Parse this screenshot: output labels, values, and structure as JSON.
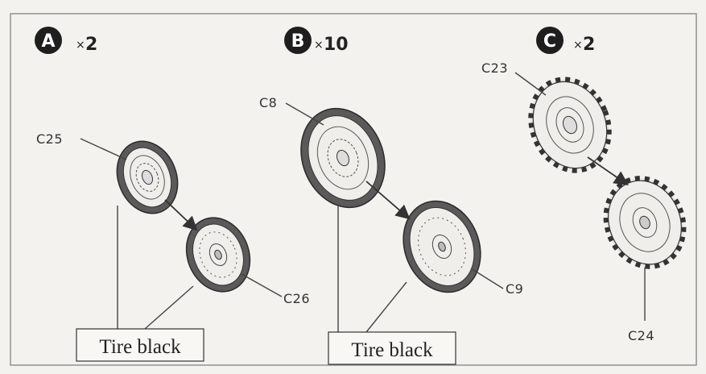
{
  "steps": [
    {
      "letter": "A",
      "multiplier": "×",
      "count": "2"
    },
    {
      "letter": "B",
      "multiplier": "×",
      "count": "10"
    },
    {
      "letter": "C",
      "multiplier": "×",
      "count": "2"
    }
  ],
  "parts": {
    "c25": "C25",
    "c26": "C26",
    "c8": "C8",
    "c9": "C9",
    "c23": "C23",
    "c24": "C24"
  },
  "paint_notes": [
    {
      "label": "Tire black"
    },
    {
      "label": "Tire black"
    }
  ],
  "colors": {
    "background": "#f4f2ee",
    "ink": "#222222",
    "tire": "#4a4a4a"
  }
}
